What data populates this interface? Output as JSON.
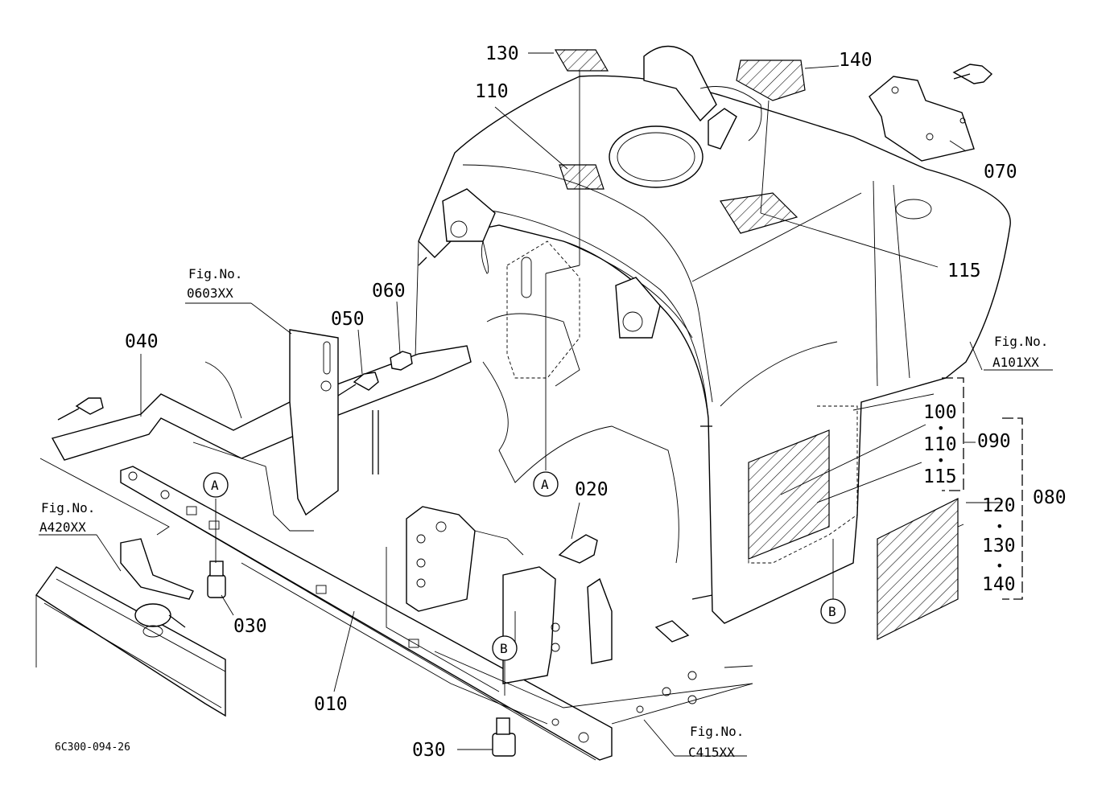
{
  "callouts": {
    "c010": "010",
    "c020": "020",
    "c030a": "030",
    "c030b": "030",
    "c040": "040",
    "c050": "050",
    "c060": "060",
    "c070": "070",
    "c080": "080",
    "c090": "090",
    "c100": "100",
    "c110a": "110",
    "c110b": "110",
    "c115a": "115",
    "c115b": "115",
    "c120": "120",
    "c130a": "130",
    "c130b": "130",
    "c140a": "140",
    "c140b": "140"
  },
  "fig_refs": {
    "label": "Fig.No.",
    "r0603": "0603XX",
    "rA101": "A101XX",
    "rA420": "A420XX",
    "rC415": "C415XX"
  },
  "markers": {
    "a1": "A",
    "a2": "A",
    "b1": "B",
    "b2": "B"
  },
  "bullets": {
    "d1": "•",
    "d2": "•",
    "d3": "•",
    "d4": "•"
  },
  "drawing_code": "6C300-094-26"
}
